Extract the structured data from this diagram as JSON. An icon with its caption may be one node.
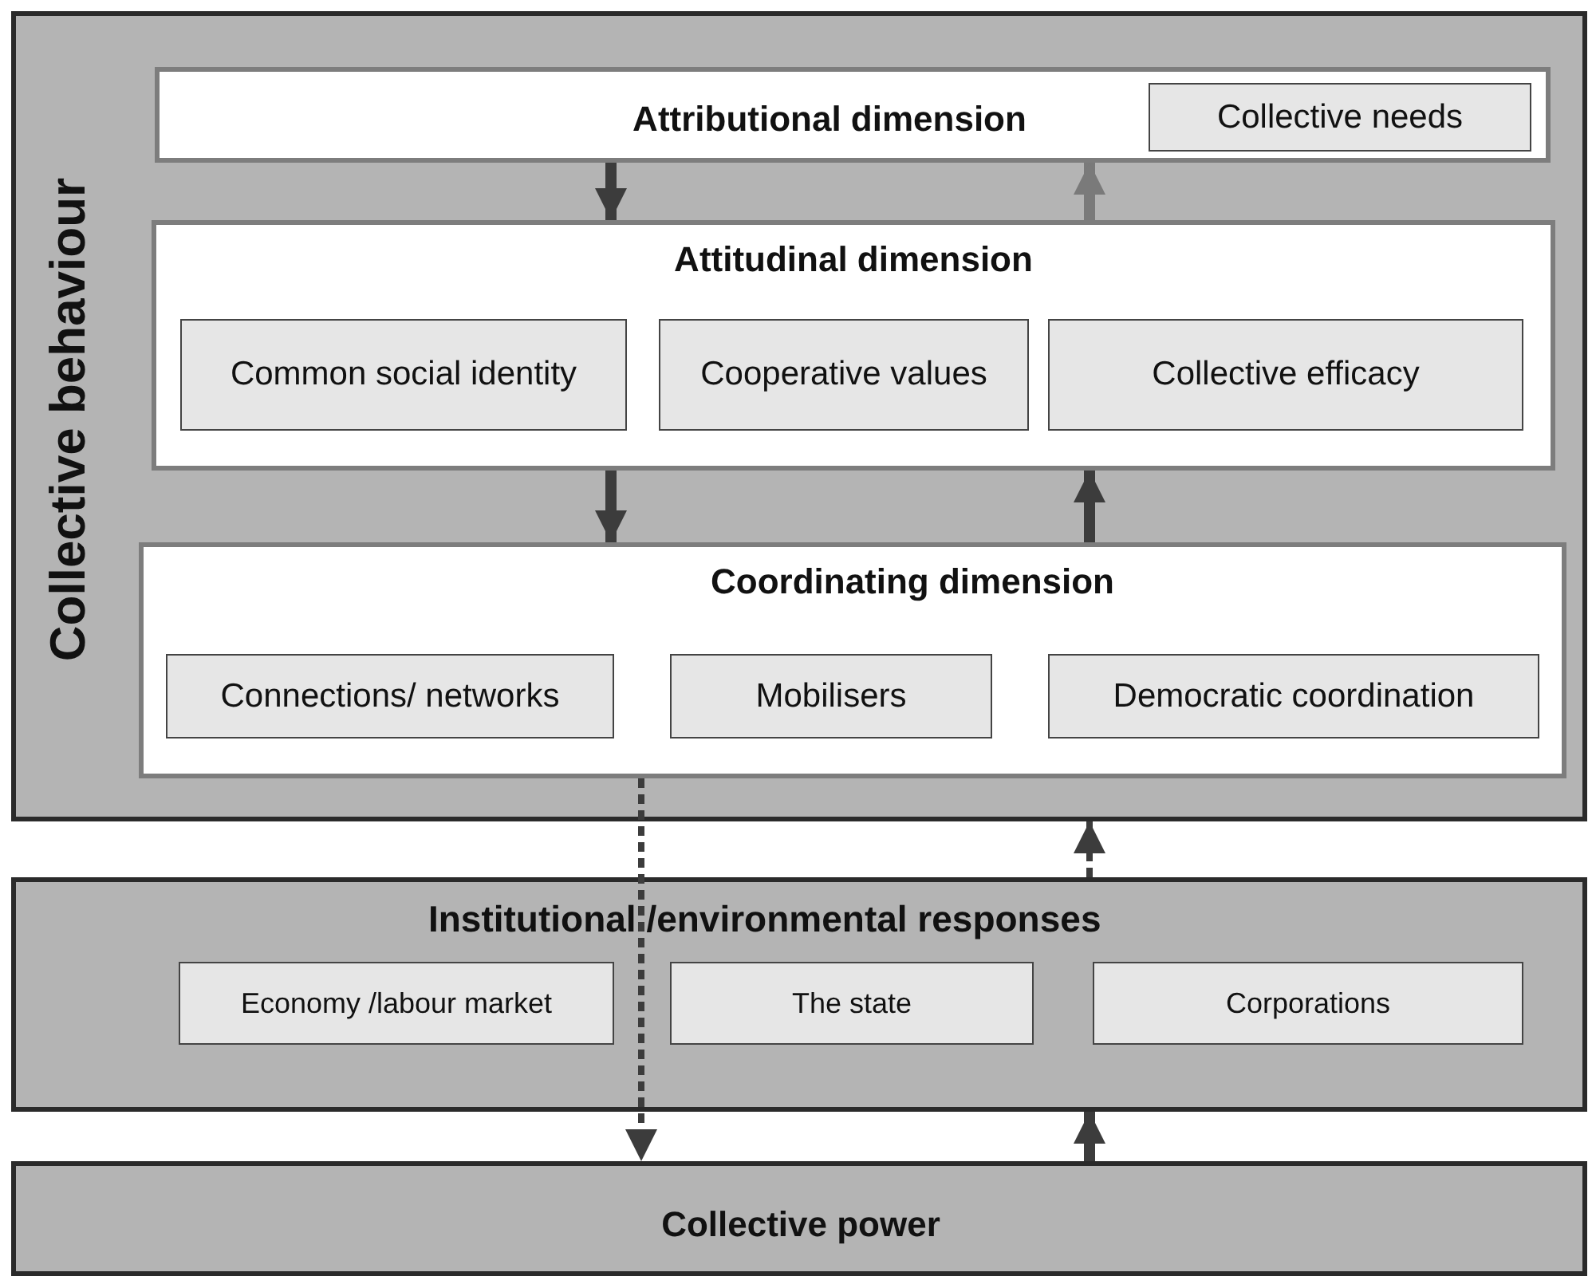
{
  "diagram": {
    "nodes": [
      {
        "text": [
          "Collective behaviour"
        ]
      },
      {
        "text": [
          "Attributional dimension"
        ],
        "in": 0
      },
      {
        "text": [
          "Collective needs"
        ],
        "in": 1
      },
      {
        "text": [
          "Attitudinal dimension"
        ],
        "in": 0
      },
      {
        "text": [
          "Common social identity"
        ],
        "in": 3
      },
      {
        "text": [
          "Cooperative values"
        ],
        "in": 3
      },
      {
        "text": [
          "Collective efficacy"
        ],
        "in": 3
      },
      {
        "text": [
          "Coordinating dimension"
        ],
        "in": 0
      },
      {
        "text": [
          "Connections/ networks"
        ],
        "in": 7
      },
      {
        "text": [
          "Mobilisers"
        ],
        "in": 7
      },
      {
        "text": [
          "Democratic coordination"
        ],
        "in": 7
      },
      {
        "text": [
          "Institutional /environmental responses"
        ]
      },
      {
        "text": [
          "Economy /labour market"
        ],
        "in": 11
      },
      {
        "text": [
          "The state"
        ],
        "in": 11
      },
      {
        "text": [
          "Corporations"
        ],
        "in": 11
      },
      {
        "text": [
          "Collective power"
        ]
      }
    ],
    "edges": [
      {
        "from": 1,
        "to": 3,
        "arrow": "to"
      },
      {
        "from": 3,
        "to": 1,
        "arrow": "to",
        "color": "#7a7a7a"
      },
      {
        "from": 3,
        "to": 7,
        "arrow": "to"
      },
      {
        "from": 7,
        "to": 3,
        "arrow": "to"
      },
      {
        "from": 7,
        "to": 15,
        "arrow": "to",
        "style": "dashed"
      },
      {
        "from": 15,
        "to": 11,
        "arrow": "to"
      },
      {
        "from": 11,
        "to": 0,
        "arrow": "to",
        "style": "dashed"
      }
    ]
  }
}
